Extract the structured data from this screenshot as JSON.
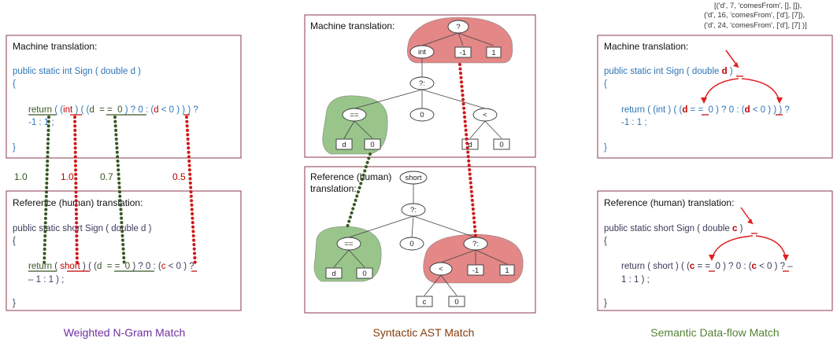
{
  "ngram": {
    "machine_title": "Machine translation:",
    "machine_line1": "public static int Sign ( double d )",
    "open_brace": "{",
    "close_brace": "}",
    "m_return": "return",
    "m_paren1": " ( (",
    "m_int": "int",
    "m_mid1": " ) ( (",
    "m_d_eq_0": "d  = =  0",
    "m_mid2": " ) ? 0 : (",
    "m_d2": "d",
    "m_end": " < 0 ) ) ) ?",
    "m_line4": "-1 : 1 ;",
    "weights": [
      "1.0",
      "1.0",
      "0.7",
      "0.5"
    ],
    "ref_title": "Reference (human) translation:",
    "ref_line1": "public static short Sign ( double d )",
    "r_return": "return",
    "r_paren1": " ( ",
    "r_short": "short",
    "r_mid1": " ) ( (",
    "r_d_eq_0": "d  = =  0",
    "r_mid2": " ) ? 0 : (",
    "r_c": "c",
    "r_end": " < 0 ) ?",
    "r_line4": "– 1 : 1 ) ;",
    "caption": "Weighted N-Gram Match"
  },
  "ast": {
    "machine_title": "Machine translation:",
    "ref_title_1": "Reference (human)",
    "ref_title_2": "translation:",
    "machine_nodes": [
      "?",
      "int",
      "-1",
      "1",
      "?:",
      "==",
      "0",
      "<",
      "d",
      "0",
      "d",
      "0"
    ],
    "ref_nodes": [
      "short",
      "?:",
      "==",
      "0",
      "?:",
      "d",
      "0",
      "<",
      "-1",
      "1",
      "c",
      "0"
    ],
    "caption": "Syntactic AST Match"
  },
  "dataflow": {
    "tuples": [
      "[('d', 7, 'comesFrom', [], []),",
      "('d', 16, 'comesFrom', ['d'], [7]),",
      "('d', 24, 'comesFrom', ['d'], [7] )]"
    ],
    "machine_title": "Machine translation:",
    "machine_line1_a": "public static int Sign ( double ",
    "machine_line1_d": "d",
    "machine_line1_b": " )",
    "open_brace": "{",
    "close_brace": "}",
    "m_ret_a": "return ( (int ) ( (",
    "m_ret_d1": "d",
    "m_ret_b": " = =  0 ) ? 0 : (",
    "m_ret_d2": "d",
    "m_ret_c": " < 0 ) ) ) ?",
    "m_line4": "-1 :  1 ;",
    "ref_title": "Reference (human) translation:",
    "ref_line1_a": "public static short Sign ( double ",
    "ref_line1_c": "c",
    "ref_line1_b": " )",
    "r_ret_a": "return ( short ) ( (",
    "r_ret_c1": "c",
    "r_ret_b": " = =  0 ) ? 0 : (",
    "r_ret_c2": "c",
    "r_ret_c": " < 0 ) ? –",
    "r_line4": "1 : 1 ) ;",
    "caption": "Semantic Data-flow Match"
  },
  "colors": {
    "ngram_caption": "#7030a0",
    "ast_caption": "#843c0c",
    "dataflow_caption": "#548235",
    "green_weight": "#375623",
    "red_weight": "#c00000"
  }
}
